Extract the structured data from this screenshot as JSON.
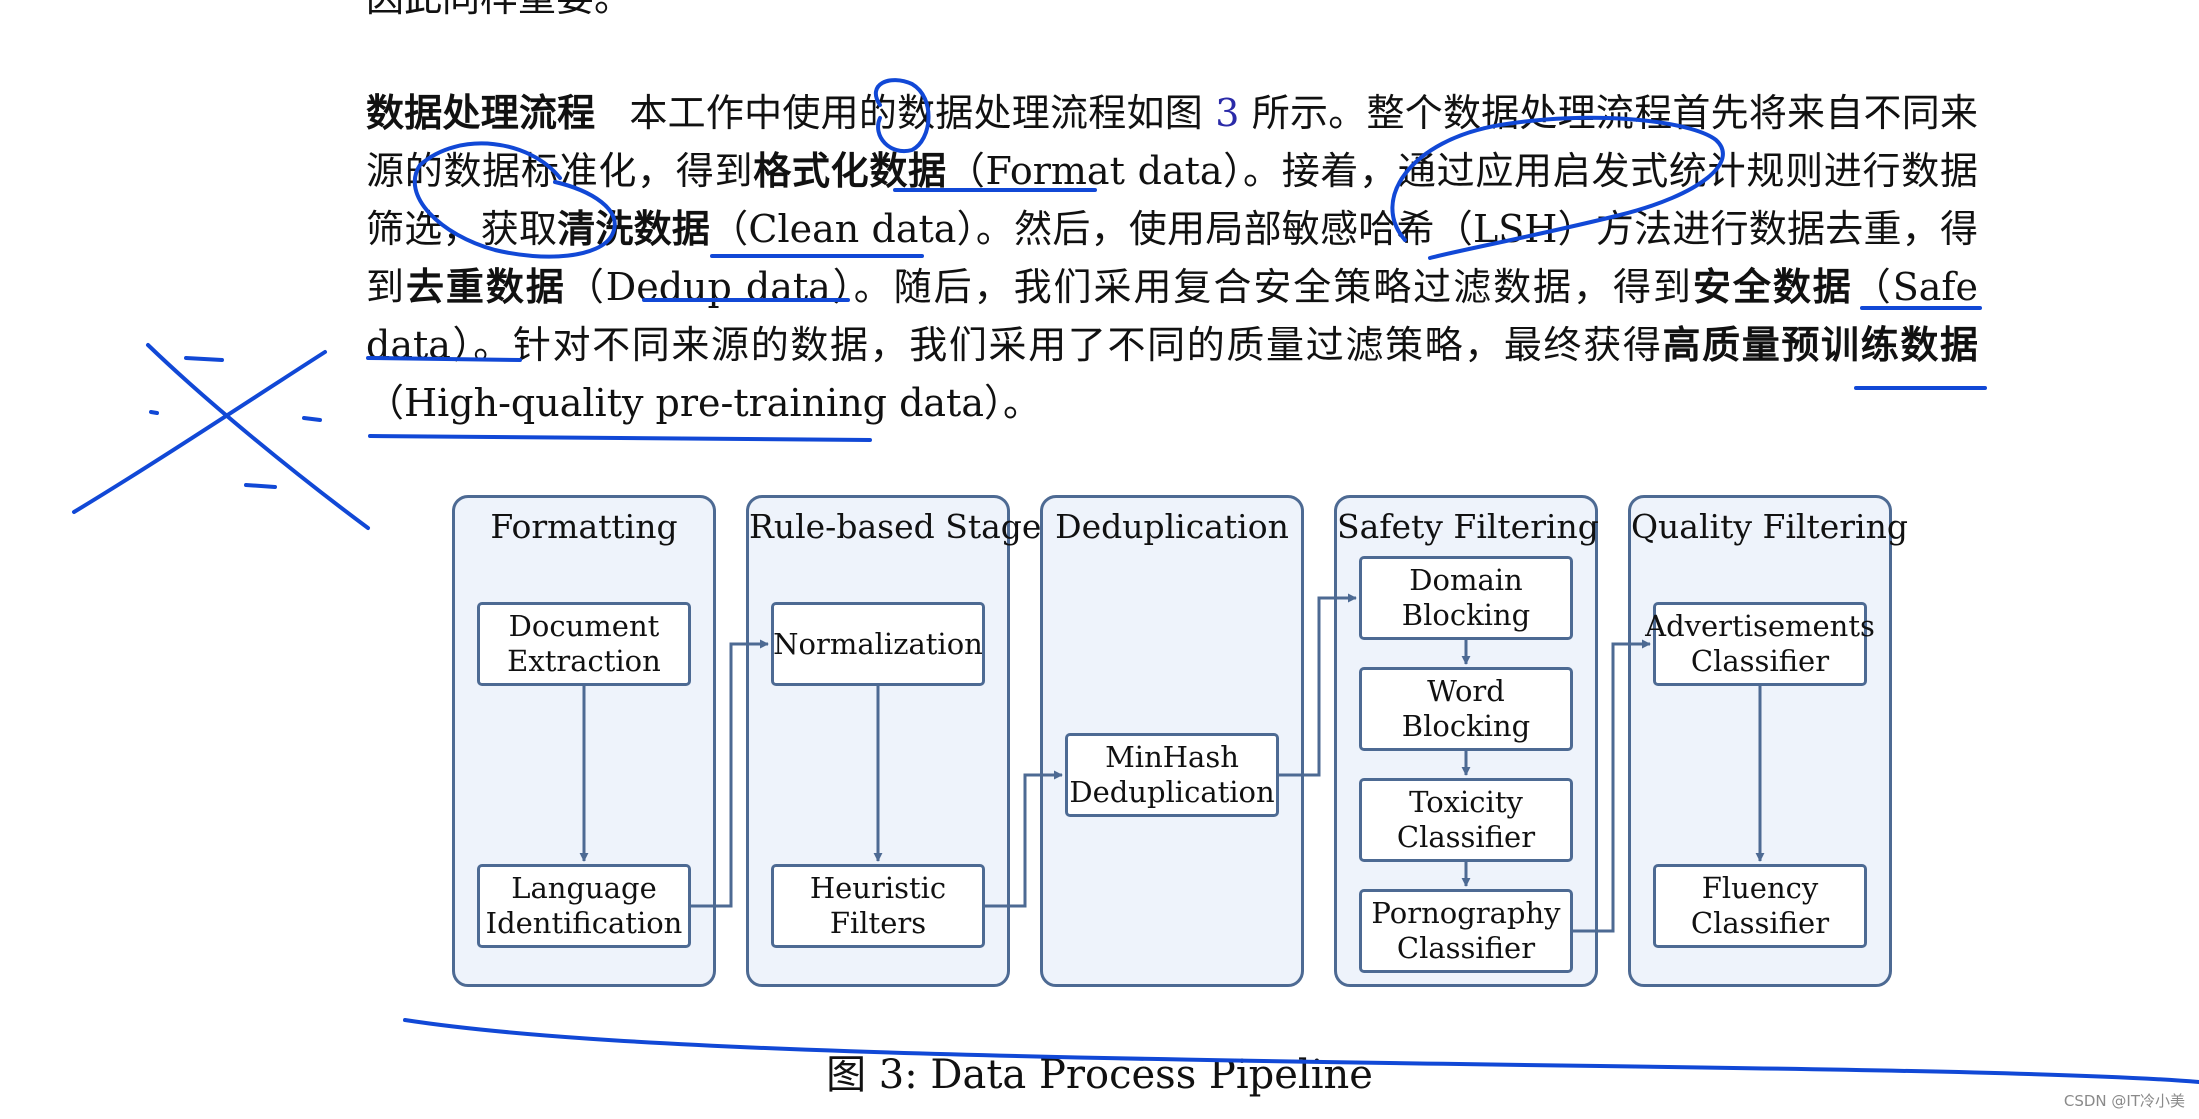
{
  "top_line": "因此同样重要。",
  "paragraph": {
    "heading": "数据处理流程",
    "s1": "本工作中使用的数据处理流程如图 ",
    "fig_ref": "3",
    "s2": " 所示。整个数据处理流程首先将来自不同来源的数据标准化，得到",
    "t1": "格式化数据",
    "s3": "（Format data）。接着，通过应用启发式统计规则进行数据筛选，获取",
    "t2": "清洗数据",
    "s4": "（Clean data）。然后，使用局部敏感哈希（LSH）方法进行数据去重，得到",
    "t3": "去重数据",
    "s5": "（Dedup data）。随后，我们采用复合安全策略过滤数据，得到",
    "t4": "安全数据",
    "s6": "（Safe data）。针对不同来源的数据，我们采用了不同的质量过滤策略，最终获得",
    "t5": "高质量预训练数据",
    "s7": "（High-quality pre-training data）。"
  },
  "diagram": {
    "stages": {
      "formatting": {
        "title": "Formatting",
        "doc_extraction": [
          "Document",
          "Extraction"
        ],
        "lang_id": [
          "Language",
          "Identification"
        ]
      },
      "rule_based": {
        "title": "Rule-based Stage",
        "normalization": [
          "Normalization"
        ],
        "heuristic": [
          "Heuristic Filters"
        ]
      },
      "dedup": {
        "title": "Deduplication",
        "minhash": [
          "MinHash",
          "Deduplication"
        ]
      },
      "safety": {
        "title": "Safety Filtering",
        "domain": [
          "Domain",
          "Blocking"
        ],
        "word": [
          "Word",
          "Blocking"
        ],
        "toxicity": [
          "Toxicity",
          "Classifier"
        ],
        "porn": [
          "Pornography",
          "Classifier"
        ]
      },
      "quality": {
        "title": "Quality Filtering",
        "ads": [
          "Advertisements",
          "Classifier"
        ],
        "fluency": [
          "Fluency",
          "Classifier"
        ]
      }
    },
    "colors": {
      "stage_fill": "#eef3fb",
      "stroke": "#4d6a93",
      "annotation_ink": "#1148d6"
    }
  },
  "caption": "图 3: Data Process Pipeline",
  "watermark": "CSDN @IT冷小美"
}
